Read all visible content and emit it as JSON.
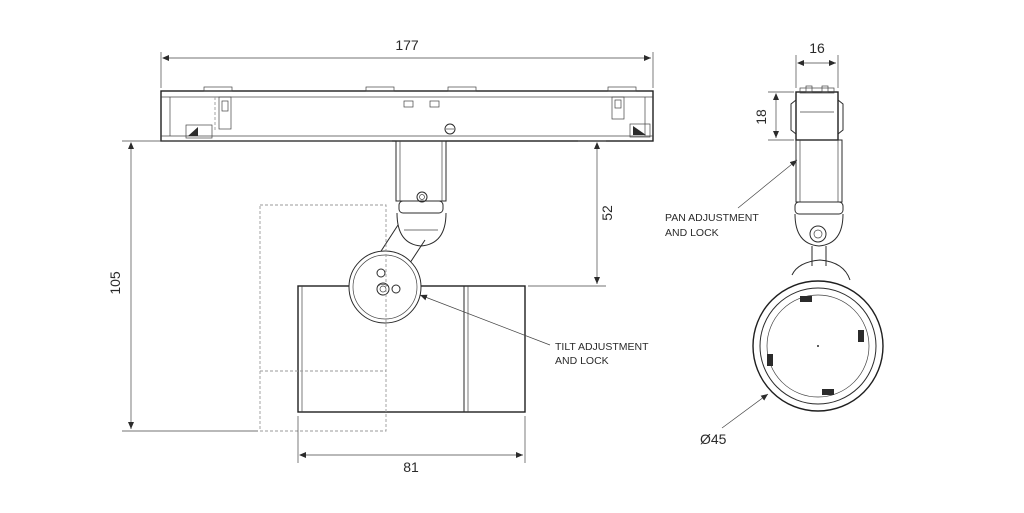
{
  "dimensions": {
    "overall_length": "177",
    "body_length": "81",
    "total_height": "105",
    "offset_height": "52",
    "side_width": "16",
    "side_height": "18",
    "head_diameter": "Ø45"
  },
  "notes": {
    "tilt_line1": "TILT ADJUSTMENT",
    "tilt_line2": "AND LOCK",
    "pan_line1": "PAN ADJUSTMENT",
    "pan_line2": "AND LOCK"
  },
  "colors": {
    "line": "#2b2b2b",
    "hidden_line": "#9a9a9a",
    "background": "#ffffff"
  }
}
